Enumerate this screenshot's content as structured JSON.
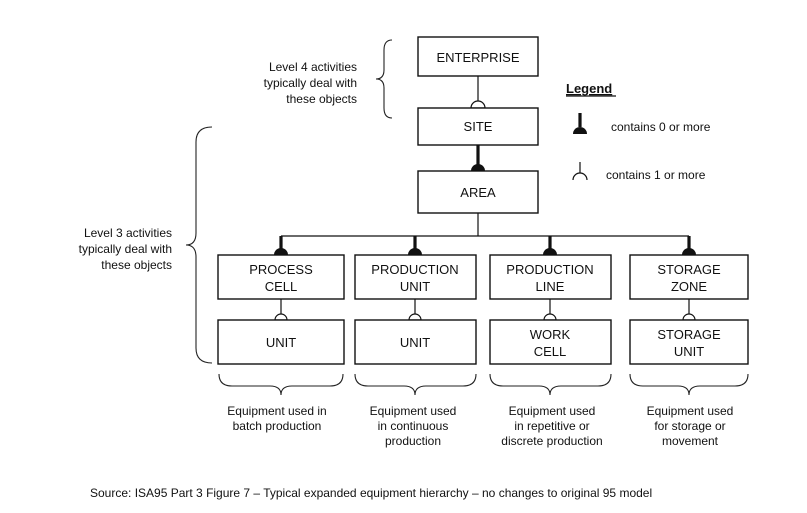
{
  "nodes": {
    "enterprise": [
      "ENTERPRISE"
    ],
    "site": [
      "SITE"
    ],
    "area": [
      "AREA"
    ],
    "process_cell": [
      "PROCESS",
      "CELL"
    ],
    "production_unit": [
      "PRODUCTION",
      "UNIT"
    ],
    "production_line": [
      "PRODUCTION",
      "LINE"
    ],
    "storage_zone": [
      "STORAGE",
      "ZONE"
    ],
    "unit_1": [
      "UNIT"
    ],
    "unit_2": [
      "UNIT"
    ],
    "work_cell": [
      "WORK",
      "CELL"
    ],
    "storage_unit": [
      "STORAGE",
      "UNIT"
    ]
  },
  "annotations": {
    "level4": [
      "Level 4 activities",
      "typically deal with",
      "these objects"
    ],
    "level3": [
      "Level 3 activities",
      "typically deal with",
      "these objects"
    ]
  },
  "legend": {
    "title": "Legend",
    "zero_or_more": "contains 0 or more",
    "one_or_more": "contains 1 or more"
  },
  "equipment_notes": {
    "batch": [
      "Equipment used in",
      "batch production"
    ],
    "continuous": [
      "Equipment used",
      "in continuous",
      "production"
    ],
    "discrete": [
      "Equipment used",
      "in repetitive or",
      "discrete production"
    ],
    "storage": [
      "Equipment used",
      "for storage or",
      "movement"
    ]
  },
  "caption": "Source:  ISA95 Part 3 Figure 7 – Typical expanded equipment hierarchy – no  changes to original 95 model"
}
